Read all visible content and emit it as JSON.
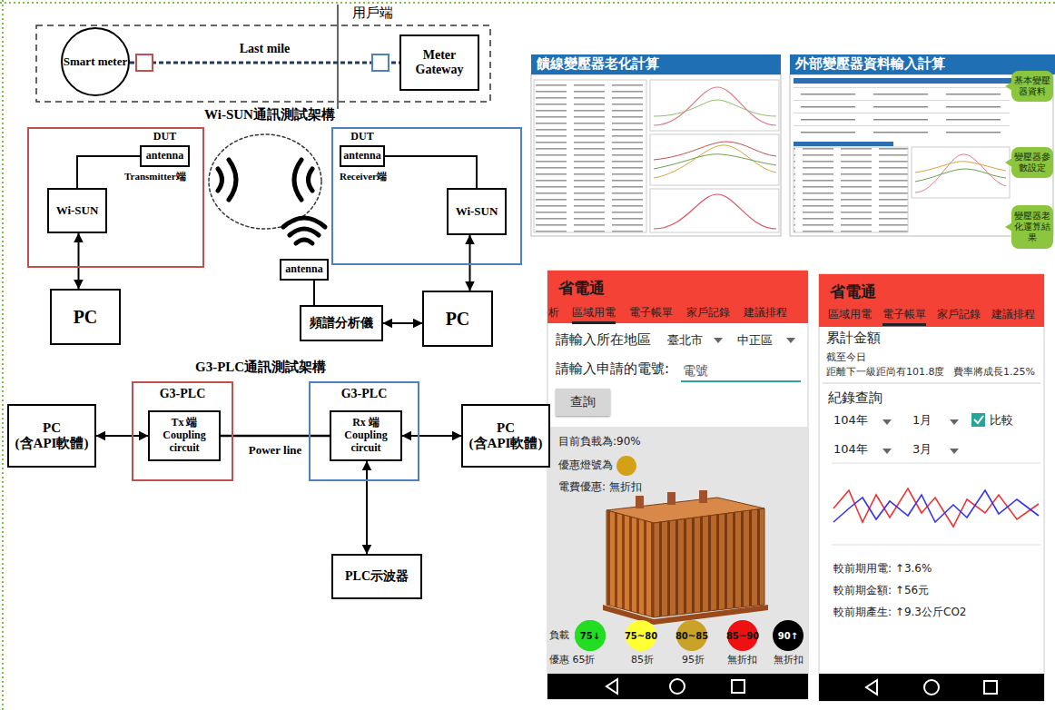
{
  "diagram": {
    "nodes": [
      {
        "text": [
          "Smart meter"
        ]
      },
      {
        "text": [
          "Meter Gateway"
        ]
      },
      {
        "text": [
          "Transmitter端"
        ]
      },
      {
        "text": [
          "DUT",
          "antenna"
        ],
        "in": 2
      },
      {
        "text": [
          "Wi-SUN"
        ],
        "in": 2
      },
      {
        "text": [
          "Receiver端"
        ]
      },
      {
        "text": [
          "DUT",
          "antenna"
        ],
        "in": 5
      },
      {
        "text": [
          "Wi-SUN"
        ],
        "in": 5
      },
      {
        "text": [
          "antenna"
        ]
      },
      {
        "text": [
          "PC"
        ]
      },
      {
        "text": [
          "頻譜分析儀"
        ]
      },
      {
        "text": [
          "PC"
        ]
      },
      {
        "text": [
          "G3-PLC"
        ]
      },
      {
        "text": [
          "Tx 端",
          "Coupling circuit"
        ],
        "in": 12
      },
      {
        "text": [
          "G3-PLC"
        ]
      },
      {
        "text": [
          "Rx 端",
          "Coupling circuit"
        ],
        "in": 14
      },
      {
        "text": [
          "PC",
          "(含API軟體)"
        ]
      },
      {
        "text": [
          "PC",
          "(含API軟體)"
        ]
      },
      {
        "text": [
          "PLC示波器"
        ]
      },
      {
        "text": [
          "饋線變壓器老化計算"
        ]
      },
      {
        "text": [
          "外部變壓器資料輸入計算"
        ]
      },
      {
        "text": [
          "基本變壓器資料"
        ]
      },
      {
        "text": [
          "變壓器參數設定"
        ]
      },
      {
        "text": [
          "變壓器老化運算結果"
        ]
      },
      {
        "text": [
          "省電通"
        ]
      },
      {
        "text": [
          "查詢"
        ]
      },
      {
        "text": [
          "75↓"
        ]
      },
      {
        "text": [
          "75~80"
        ]
      },
      {
        "text": [
          "80~85"
        ]
      },
      {
        "text": [
          "85~90"
        ]
      },
      {
        "text": [
          "90↑"
        ]
      },
      {
        "text": [
          "省電通"
        ]
      }
    ],
    "edges": [
      {
        "from": 0,
        "to": 1,
        "label": "Last mile",
        "arrow": "none"
      },
      {
        "from": 3,
        "to": 4,
        "arrow": "none"
      },
      {
        "from": 4,
        "to": 9,
        "arrow": "both"
      },
      {
        "from": 6,
        "to": 7,
        "arrow": "none"
      },
      {
        "from": 7,
        "to": 11,
        "arrow": "both"
      },
      {
        "from": 8,
        "to": 10,
        "arrow": "none"
      },
      {
        "from": 10,
        "to": 11,
        "arrow": "both"
      },
      {
        "from": 16,
        "to": 13,
        "arrow": "both"
      },
      {
        "from": 13,
        "to": 15,
        "label": "Power line",
        "arrow": "none"
      },
      {
        "from": 15,
        "to": 17,
        "arrow": "both"
      },
      {
        "from": 15,
        "to": 18,
        "arrow": "both"
      }
    ],
    "labels": [
      "用戶端",
      "Wi-SUN通訊測試架構",
      "G3-PLC通訊測試架構",
      "析",
      "區域用電",
      "電子帳單",
      "家戶記錄",
      "建議排程",
      "請輸入所在地區",
      "臺北市",
      "中正區",
      "請輸入申請的電號:",
      "電號",
      "目前負載為:90%",
      "優惠燈號為",
      "電費優惠: 無折扣",
      "負載",
      "優惠 65折",
      "85折",
      "95折",
      "無折扣",
      "無折扣",
      "區域用電",
      "電子帳單",
      "家戶記錄",
      "建議排程",
      "累計金額",
      "截至今日",
      "距離下一級距尚有101.8度",
      "費率將成長1.25%",
      "紀錄查詢",
      "104年",
      "1月",
      "比較",
      "104年",
      "3月",
      "較前期用電: ↑3.6%",
      "較前期金額: ↑56元",
      "較前期產生: ↑9.3公斤CO2"
    ]
  }
}
